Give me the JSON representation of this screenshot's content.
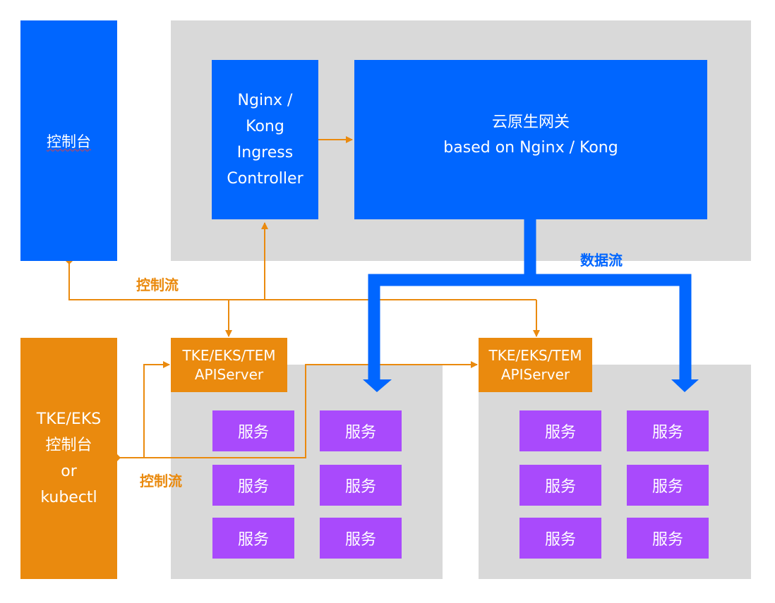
{
  "console": {
    "label": "控制台"
  },
  "ingress_controller": {
    "lines": [
      "Nginx /",
      "Kong",
      "Ingress",
      "Controller"
    ]
  },
  "gateway": {
    "line1": "云原生网关",
    "line2": "based on Nginx / Kong"
  },
  "tke_console": {
    "lines": [
      "TKE/EKS",
      "控制台",
      "or",
      "kubectl"
    ]
  },
  "apiserver_left": {
    "line1": "TKE/EKS/TEM",
    "line2": "APIServer"
  },
  "apiserver_right": {
    "line1": "TKE/EKS/TEM",
    "line2": "APIServer"
  },
  "labels": {
    "control_flow_top": "控制流",
    "control_flow_bottom": "控制流",
    "data_flow": "数据流"
  },
  "services_left": [
    "服务",
    "服务",
    "服务",
    "服务",
    "服务",
    "服务"
  ],
  "services_right": [
    "服务",
    "服务",
    "服务",
    "服务",
    "服务",
    "服务"
  ],
  "colors": {
    "blue": "#0066ff",
    "orange": "#ea8a0e",
    "purple": "#a94afc",
    "gray": "#d9d9d9"
  }
}
